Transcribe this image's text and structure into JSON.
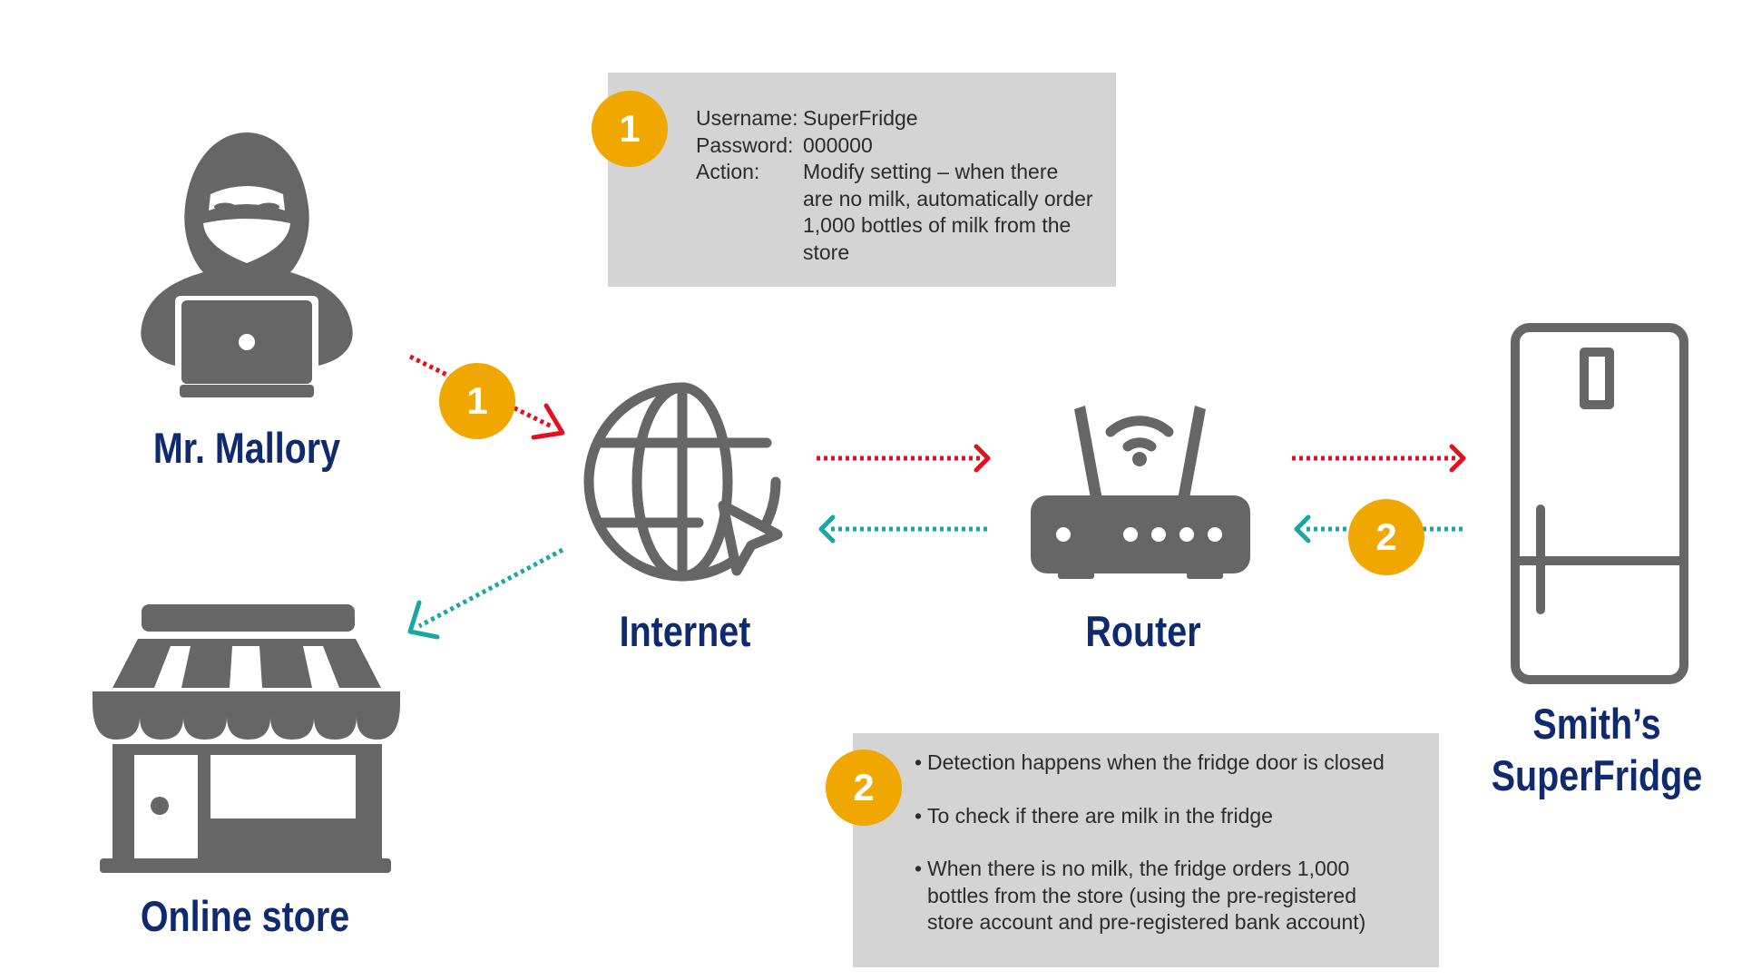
{
  "nodes": {
    "hacker": {
      "label": "Mr. Mallory",
      "icon": "hacker-with-laptop-icon"
    },
    "internet": {
      "label": "Internet",
      "icon": "globe-cursor-icon"
    },
    "router": {
      "label": "Router",
      "icon": "wifi-router-icon"
    },
    "fridge": {
      "label_line1": "Smith’s",
      "label_line2": "SuperFridge",
      "icon": "refrigerator-icon"
    },
    "store": {
      "label": "Online store",
      "icon": "storefront-icon"
    }
  },
  "box1": {
    "badge": "1",
    "rows": [
      {
        "key": "Username:",
        "value": "SuperFridge"
      },
      {
        "key": "Password:",
        "value": "000000"
      },
      {
        "key": "Action:",
        "value": "Modify setting – when there are no milk, automatically order 1,000 bottles of milk from the store"
      }
    ]
  },
  "box2": {
    "badge": "2",
    "bullets": [
      "Detection happens when the fridge door is closed",
      "To check if there are milk in the fridge",
      "When there is no milk, the fridge orders 1,000 bottles from the store (using the pre-registered store account and pre-registered bank account)"
    ]
  },
  "step_badges": [
    "1",
    "2"
  ],
  "colors": {
    "label": "#0f2a6e",
    "icon": "#666666",
    "badge": "#f0a800",
    "infobox": "#d3d4d3",
    "arrow_attack": "#e3101e",
    "arrow_response": "#1ba6a6"
  }
}
